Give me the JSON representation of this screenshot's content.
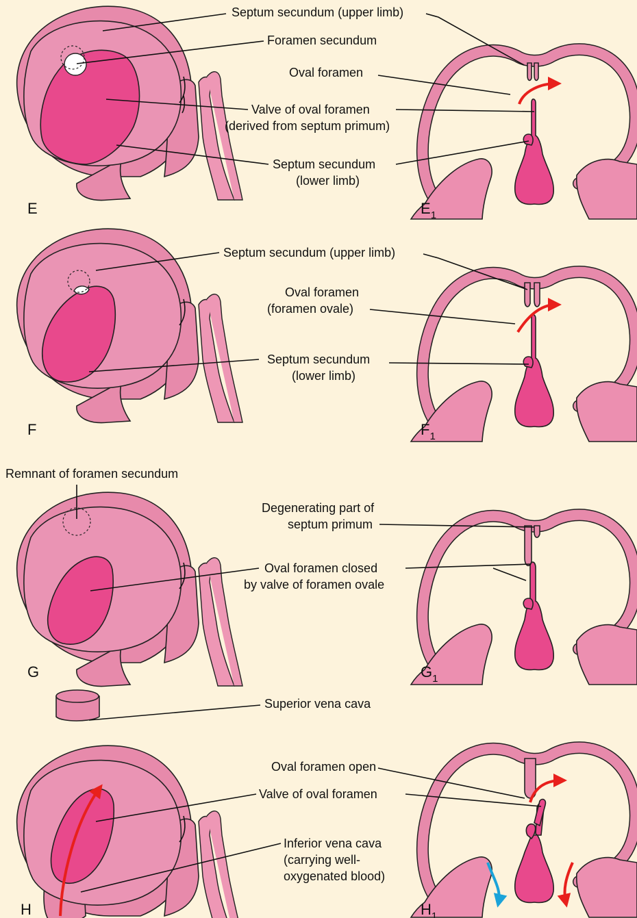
{
  "panels": {
    "E": {
      "label": "E",
      "label1": "E",
      "sub": "1",
      "labels": {
        "septum_upper": "Septum secundum (upper limb)",
        "foramen_secundum": "Foramen secundum",
        "oval_foramen": "Oval foramen",
        "valve_1": "Valve of oval foramen",
        "valve_2": "(derived from septum primum)",
        "septum_lower_1": "Septum secundum",
        "septum_lower_2": "(lower limb)"
      }
    },
    "F": {
      "label": "F",
      "label1": "F",
      "sub": "1",
      "labels": {
        "septum_upper": "Septum secundum (upper limb)",
        "oval_1": "Oval foramen",
        "oval_2": "(foramen ovale)",
        "septum_lower_1": "Septum secundum",
        "septum_lower_2": "(lower limb)"
      }
    },
    "G": {
      "label": "G",
      "label1": "G",
      "sub": "1",
      "labels": {
        "remnant": "Remnant of foramen secundum",
        "degen_1": "Degenerating part of",
        "degen_2": "septum primum",
        "closed_1": "Oval foramen closed",
        "closed_2": "by valve of foramen ovale"
      }
    },
    "H": {
      "label": "H",
      "label1": "H",
      "sub": "1",
      "labels": {
        "svc": "Superior vena cava",
        "oval_open": "Oval foramen open",
        "valve": "Valve of oval foramen",
        "ivc_1": "Inferior vena cava",
        "ivc_2": "(carrying well-",
        "ivc_3": "oxygenated blood)"
      }
    }
  },
  "colors": {
    "background": "#fdf3dc",
    "atrium": "#e78aab",
    "septum_primum": "#e8498c",
    "arrow_red": "#e8201c",
    "arrow_blue": "#1ba3d9"
  }
}
